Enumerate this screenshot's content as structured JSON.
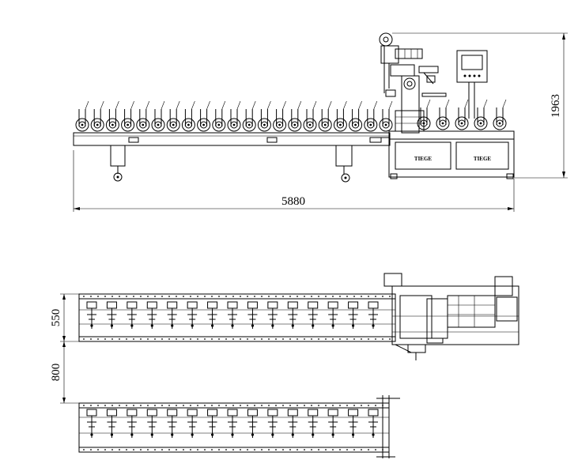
{
  "dimensions": {
    "overall_length": "5880",
    "overall_height": "1963",
    "rack_width": "550",
    "rack_gap": "800"
  },
  "cabinet_labels": {
    "left": "TIEGE",
    "right": "TIEGE"
  },
  "top_view": {
    "roller_count": 21,
    "cabinet_roller_count": 5
  },
  "plan_view": {
    "station_count": 15
  }
}
